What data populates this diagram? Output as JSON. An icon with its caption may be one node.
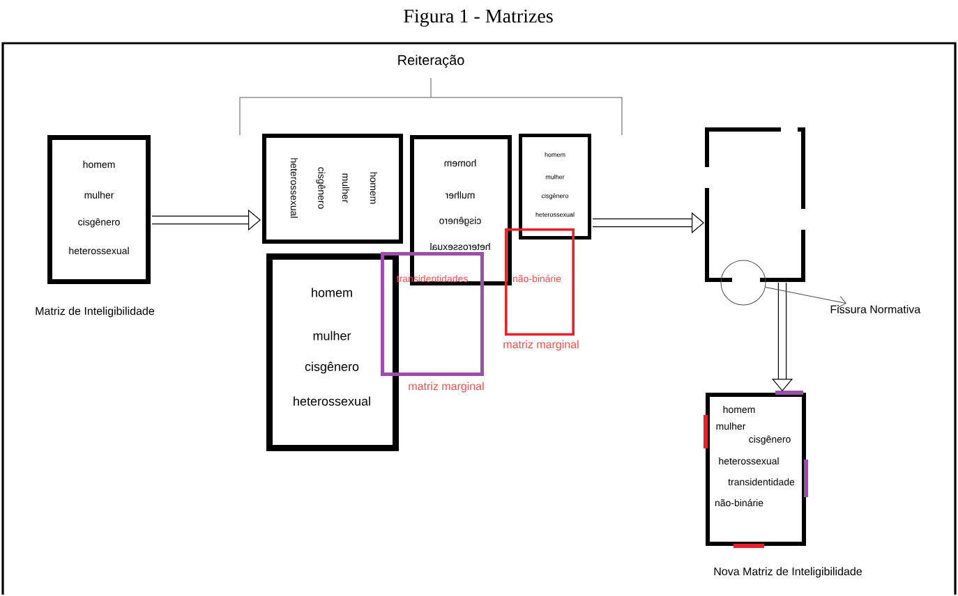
{
  "diagram": {
    "title": "Figura 1 - Matrizes",
    "nodes": [
      {
        "text": [
          "homem",
          "mulher",
          "cisgênero",
          "heterossexual"
        ],
        "beside": [
          "Matriz de Inteligibilidade"
        ]
      },
      {
        "text": [
          "homem",
          "mulher",
          "cisgênero",
          "heterossexual"
        ]
      },
      {
        "text": [
          "homem",
          "mulher",
          "cisgênero",
          "heterossexual"
        ]
      },
      {
        "text": [
          "homem",
          "mulher",
          "cisgênero",
          "heterossexual"
        ]
      },
      {
        "text": [
          "homem",
          "mulher",
          "cisgênero",
          "heterossexual"
        ]
      },
      {
        "text": [
          "transidentidades"
        ],
        "beside": [
          "matriz marginal"
        ]
      },
      {
        "text": [
          "não-binárie"
        ],
        "beside": [
          "matriz marginal"
        ]
      },
      {
        "text": [],
        "shape": "box"
      },
      {
        "text": [],
        "shape": "circle"
      },
      {
        "text": [
          "Fissura Normativa"
        ]
      },
      {
        "text": [
          "homem",
          "mulher",
          "cisgênero",
          "heterossexual",
          "transidentidade",
          "não-binárie"
        ],
        "beside": [
          "Nova Matriz de Inteligibilidade"
        ]
      }
    ],
    "edges": [
      {
        "from": 0,
        "to": 1,
        "arrow": "to"
      },
      {
        "from": 3,
        "to": 7,
        "arrow": "to"
      },
      {
        "from": 7,
        "to": 10,
        "arrow": "to"
      },
      {
        "from": 8,
        "to": 9,
        "arrow": "to"
      }
    ],
    "labels": [
      "Reiteração"
    ]
  }
}
